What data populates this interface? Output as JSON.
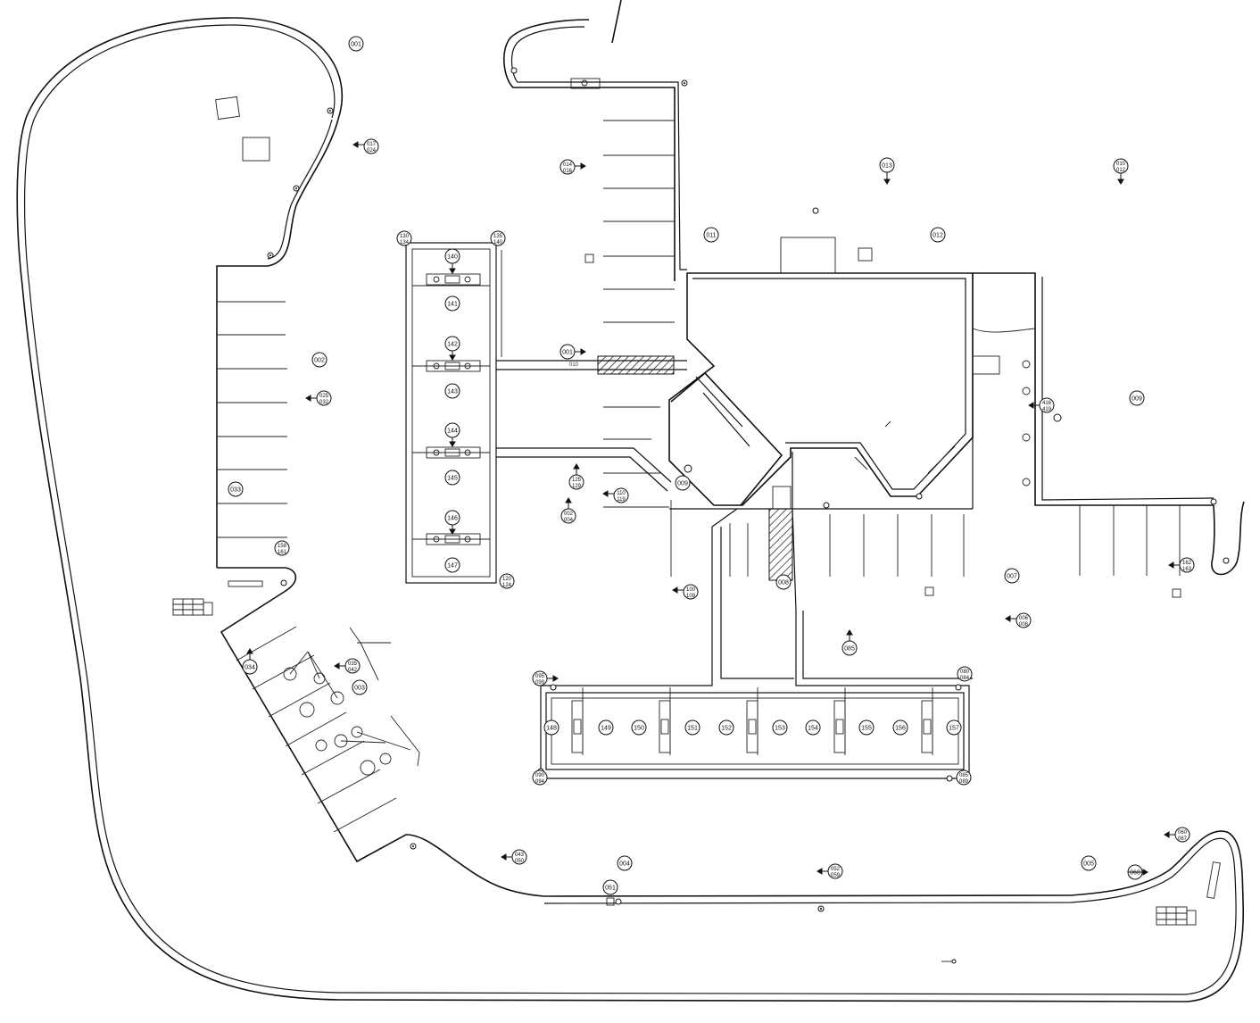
{
  "labels": {
    "t001a": "001",
    "t002": "002",
    "t033": "033",
    "t034": "034",
    "t003": "003",
    "t011": "011",
    "t012": "012",
    "t013": "013",
    "t009": "009",
    "t007": "007",
    "t008": "008",
    "t009b": "009",
    "t004": "004",
    "t005": "005",
    "t068": "068",
    "t085": "085",
    "t051": "051",
    "t001b": "001",
    "t010": "010"
  },
  "stacked": {
    "s017": [
      "017",
      "024"
    ],
    "s025": [
      "025",
      "032"
    ],
    "s035": [
      "035",
      "042"
    ],
    "s158": [
      "158",
      "161"
    ],
    "s130": [
      "130",
      "134"
    ],
    "s135": [
      "135",
      "140"
    ],
    "s120": [
      "120",
      "124"
    ],
    "s014": [
      "014",
      "016"
    ],
    "s010": [
      "010",
      "012"
    ],
    "s125": [
      "125",
      "129"
    ],
    "s110": [
      "110",
      "119"
    ],
    "s002": [
      "002",
      "004"
    ],
    "s100": [
      "100",
      "109"
    ],
    "s416": [
      "416",
      "419"
    ],
    "s162": [
      "162",
      "163"
    ],
    "s006": [
      "006",
      "008"
    ],
    "s095": [
      "095",
      "099"
    ],
    "s080": [
      "080",
      "084"
    ],
    "s090": [
      "090",
      "094"
    ],
    "s085": [
      "085",
      "089"
    ],
    "s043": [
      "043",
      "050"
    ],
    "s052": [
      "052",
      "059"
    ],
    "s060": [
      "060",
      "067"
    ]
  },
  "nodes": {
    "n140": "140",
    "n141": "141",
    "n142": "142",
    "n143": "143",
    "n144": "144",
    "n145": "145",
    "n146": "146",
    "n147": "147",
    "n148": "148",
    "n149": "149",
    "n150": "150",
    "n151": "151",
    "n152": "152",
    "n153": "153",
    "n154": "154",
    "n155": "155",
    "n156": "156",
    "n157": "157"
  },
  "colors": {
    "line": "#111111",
    "background": "#ffffff"
  }
}
